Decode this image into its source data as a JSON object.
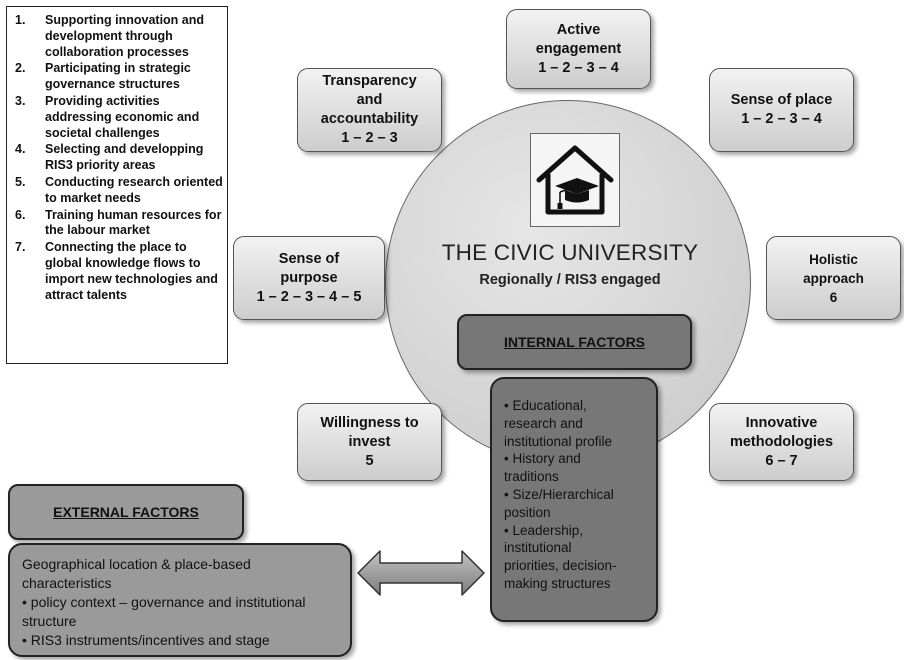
{
  "roles_list": [
    {
      "num": "1.",
      "text": "Supporting innovation and development through collaboration processes"
    },
    {
      "num": "2.",
      "text": "Participating in strategic governance structures"
    },
    {
      "num": "3.",
      "text": "Providing activities addressing economic and societal challenges"
    },
    {
      "num": "4.",
      "text": "Selecting and developping RIS3 priority areas"
    },
    {
      "num": "5.",
      "text": "Conducting research oriented to market needs"
    },
    {
      "num": "6.",
      "text": "Training human resources for the labour market"
    },
    {
      "num": "7.",
      "text": "Connecting the place to global knowledge flows to import new technologies and attract talents"
    }
  ],
  "center": {
    "icon": "university-house-icon",
    "title": "THE CIVIC UNIVERSITY",
    "subtitle": "Regionally / RIS3 engaged"
  },
  "dimensions": {
    "active_engagement": {
      "line1": "Active",
      "line2": "engagement",
      "roles": "1 – 2 – 3 – 4"
    },
    "transparency": {
      "line1": "Transparency",
      "line2": "and",
      "line3": "accountability",
      "roles": "1 – 2 – 3"
    },
    "sense_of_place": {
      "line1": "Sense of place",
      "roles": "1 – 2 – 3 – 4"
    },
    "sense_of_purpose": {
      "line1": "Sense of",
      "line2": "purpose",
      "roles": "1 – 2 – 3 – 4 – 5"
    },
    "holistic": {
      "line1": "Holistic",
      "line2": "approach",
      "roles": "6"
    },
    "willingness": {
      "line1": "Willingness to",
      "line2": "invest",
      "roles": "5"
    },
    "innovative": {
      "line1": "Innovative",
      "line2": "methodologies",
      "roles": "6 – 7"
    }
  },
  "internal_factors": {
    "header": "INTERNAL FACTORS",
    "lines": [
      "• Educational,",
      "research and",
      "institutional profile",
      "• History and",
      "traditions",
      "• Size/Hierarchical",
      "position",
      "• Leadership,",
      "institutional",
      "priorities, decision-",
      "making structures"
    ]
  },
  "external_factors": {
    "header": "EXTERNAL FACTORS",
    "lines": [
      "Geographical location & place-based",
      "characteristics",
      "• policy context – governance and institutional",
      "structure",
      "• RIS3 instruments/incentives and stage"
    ]
  },
  "connector_icon": "double-arrow-icon"
}
